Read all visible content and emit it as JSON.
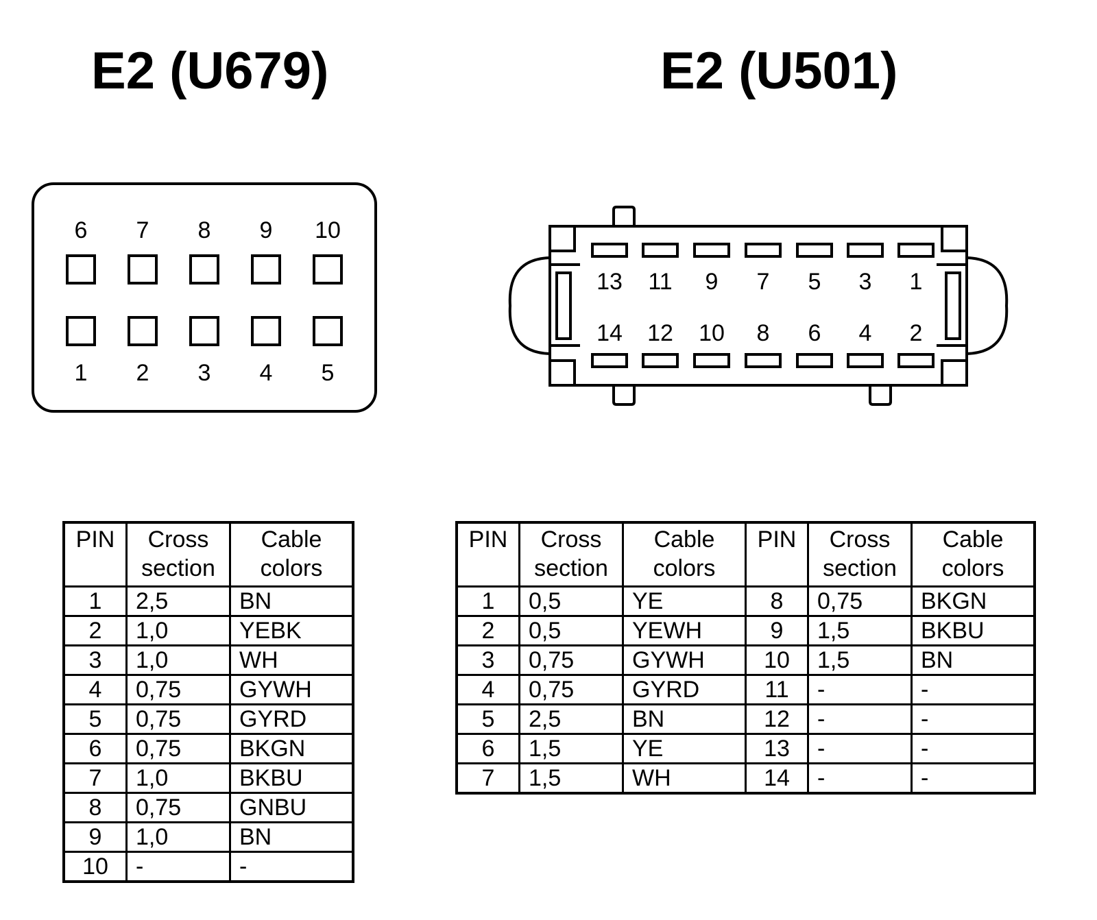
{
  "left_connector": {
    "title": "E2 (U679)",
    "top_row_labels": [
      "6",
      "7",
      "8",
      "9",
      "10"
    ],
    "bottom_row_labels": [
      "1",
      "2",
      "3",
      "4",
      "5"
    ]
  },
  "right_connector": {
    "title": "E2 (U501)",
    "top_row_labels": [
      "13",
      "11",
      "9",
      "7",
      "5",
      "3",
      "1"
    ],
    "bottom_row_labels": [
      "14",
      "12",
      "10",
      "8",
      "6",
      "4",
      "2"
    ]
  },
  "left_table": {
    "headers": [
      "PIN",
      "Cross section",
      "Cable colors"
    ],
    "rows": [
      [
        "1",
        "2,5",
        "BN"
      ],
      [
        "2",
        "1,0",
        "YEBK"
      ],
      [
        "3",
        "1,0",
        "WH"
      ],
      [
        "4",
        "0,75",
        "GYWH"
      ],
      [
        "5",
        "0,75",
        "GYRD"
      ],
      [
        "6",
        "0,75",
        "BKGN"
      ],
      [
        "7",
        "1,0",
        "BKBU"
      ],
      [
        "8",
        "0,75",
        "GNBU"
      ],
      [
        "9",
        "1,0",
        "BN"
      ],
      [
        "10",
        "-",
        "-"
      ]
    ]
  },
  "right_table": {
    "headers": [
      "PIN",
      "Cross section",
      "Cable colors",
      "PIN",
      "Cross section",
      "Cable colors"
    ],
    "rows": [
      [
        "1",
        "0,5",
        "YE",
        "8",
        "0,75",
        "BKGN"
      ],
      [
        "2",
        "0,5",
        "YEWH",
        "9",
        "1,5",
        "BKBU"
      ],
      [
        "3",
        "0,75",
        "GYWH",
        "10",
        "1,5",
        "BN"
      ],
      [
        "4",
        "0,75",
        "GYRD",
        "11",
        "-",
        "-"
      ],
      [
        "5",
        "2,5",
        "BN",
        "12",
        "-",
        "-"
      ],
      [
        "6",
        "1,5",
        "YE",
        "13",
        "-",
        "-"
      ],
      [
        "7",
        "1,5",
        "WH",
        "14",
        "-",
        "-"
      ]
    ]
  }
}
